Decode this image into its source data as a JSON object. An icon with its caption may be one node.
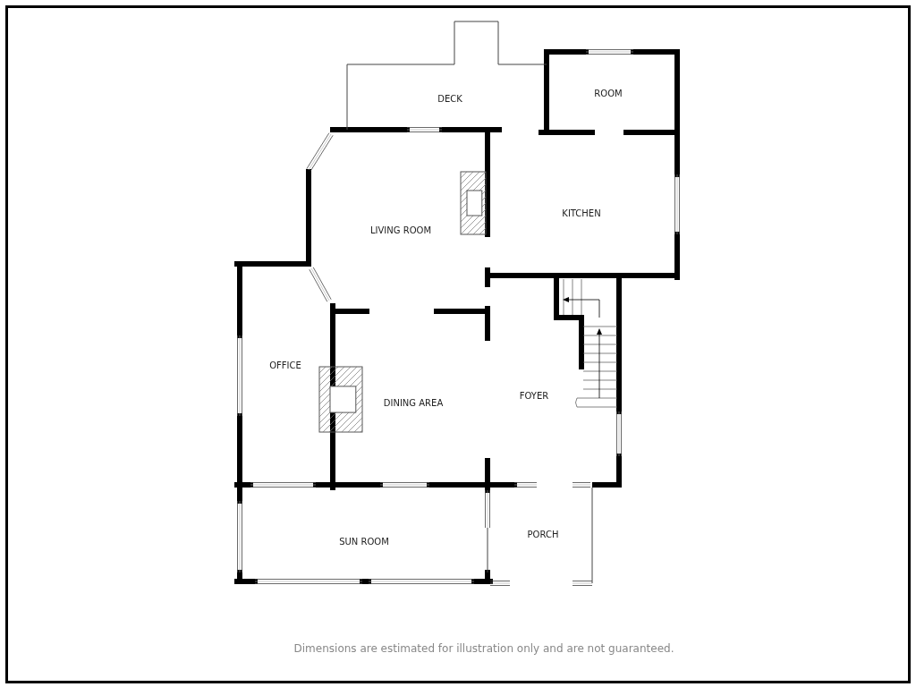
{
  "diagram": {
    "labels": [
      "DECK",
      "ROOM",
      "LIVING ROOM",
      "KITCHEN",
      "OFFICE",
      "DINING AREA",
      "FOYER",
      "SUN ROOM",
      "PORCH",
      "Dimensions are estimated for illustration only and are not guaranteed."
    ]
  }
}
